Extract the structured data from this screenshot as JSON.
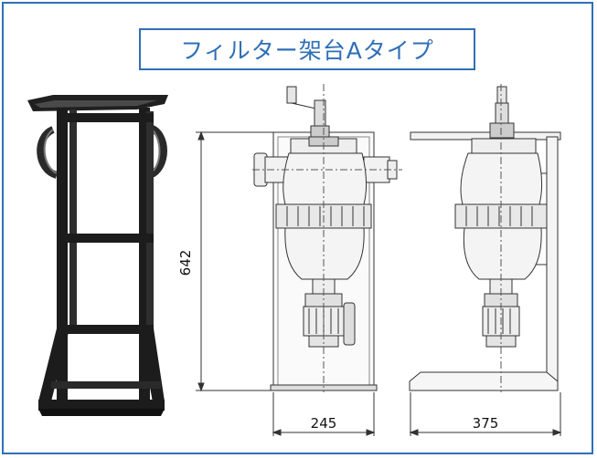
{
  "title": "フィルター架台Aタイプ",
  "dimensions": {
    "height_label": "642",
    "front_width_label": "245",
    "side_width_label": "375"
  },
  "colors": {
    "frame_border": "#2f6fb6",
    "title_text": "#2f6fb6",
    "stand_metal": "#1c1c1c"
  }
}
